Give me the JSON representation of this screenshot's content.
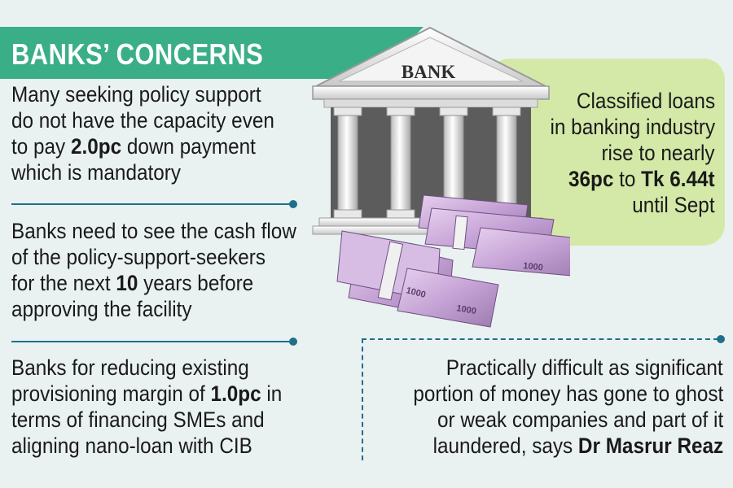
{
  "header": {
    "title": "BANKS’ CONCERNS"
  },
  "concerns": {
    "c1": {
      "line1": "Many seeking policy support",
      "line2": "do not have the capacity even",
      "line3_pre": "to pay ",
      "line3_bold": "2.0pc",
      "line3_post": " down payment",
      "line4": "which is mandatory"
    },
    "c2": {
      "line1": "Banks need to see the cash flow",
      "line2": "of the policy-support-seekers",
      "line3_pre": "for the next ",
      "line3_bold": "10",
      "line3_post": " years before",
      "line4": "approving the facility"
    },
    "c3": {
      "line1": "Banks for reducing existing",
      "line2_pre": "provisioning margin of ",
      "line2_bold": "1.0pc",
      "line2_post": " in",
      "line3": "terms of financing SMEs and",
      "line4": "aligning nano-loan with CIB"
    }
  },
  "stat_box": {
    "line1": "Classified loans",
    "line2": "in banking industry",
    "line3": "rise to nearly",
    "line4_bold1": "36pc",
    "line4_mid": " to ",
    "line4_bold2": "Tk 6.44t",
    "line5": "until Sept"
  },
  "quote": {
    "line1": "Practically difficult as significant",
    "line2": "portion of money has gone to ghost",
    "line3": "or weak companies and part of it",
    "line4_pre": "laundered, says ",
    "line4_bold": "Dr Masrur Reaz"
  },
  "illustration": {
    "bank_sign": "BANK",
    "note_value": "1000"
  },
  "colors": {
    "background": "#eaf2f1",
    "banner": "#3aaf87",
    "stat_box": "#d4e9a7",
    "divider": "#1f6f8b",
    "notes": "#c9a8d8"
  }
}
